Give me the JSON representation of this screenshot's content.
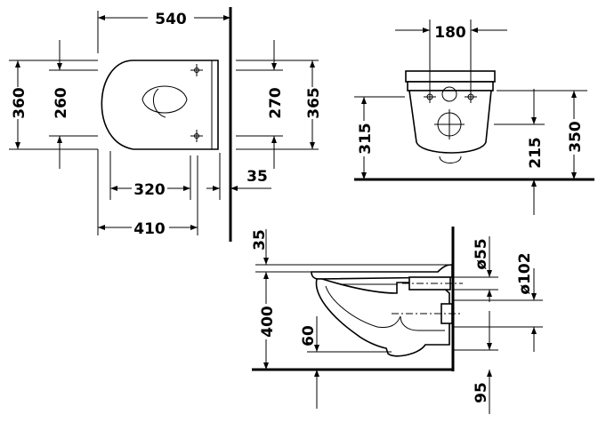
{
  "dimensions": {
    "top_width": "540",
    "top_depth_outer": "360",
    "top_depth_inner": "260",
    "top_fix_270": "270",
    "top_fix_365": "365",
    "top_wall_35": "35",
    "top_len_320": "320",
    "top_len_410": "410",
    "front_width": "180",
    "front_315": "315",
    "front_215": "215",
    "front_350": "350",
    "side_35": "35",
    "side_400": "400",
    "side_60": "60",
    "side_d55": "ø55",
    "side_d102": "ø102",
    "side_95": "95"
  }
}
